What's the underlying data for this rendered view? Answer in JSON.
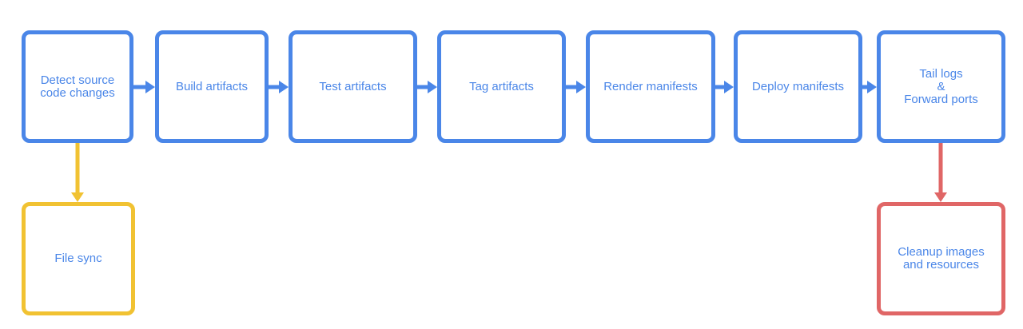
{
  "diagram": {
    "nodes": [
      {
        "id": "detect",
        "label": "Detect source\ncode changes",
        "color": "#4a86e8"
      },
      {
        "id": "build",
        "label": "Build artifacts",
        "color": "#4a86e8"
      },
      {
        "id": "test",
        "label": "Test artifacts",
        "color": "#4a86e8"
      },
      {
        "id": "tag",
        "label": "Tag artifacts",
        "color": "#4a86e8"
      },
      {
        "id": "render",
        "label": "Render manifests",
        "color": "#4a86e8"
      },
      {
        "id": "deploy",
        "label": "Deploy manifests",
        "color": "#4a86e8"
      },
      {
        "id": "tail",
        "label": "Tail logs\n&\nForward ports",
        "color": "#4a86e8"
      },
      {
        "id": "filesync",
        "label": "File sync",
        "color": "#f1c232"
      },
      {
        "id": "cleanup",
        "label": "Cleanup images\nand resources",
        "color": "#e06666"
      }
    ],
    "edges": [
      {
        "from": "detect",
        "to": "build",
        "color": "#4a86e8"
      },
      {
        "from": "build",
        "to": "test",
        "color": "#4a86e8"
      },
      {
        "from": "test",
        "to": "tag",
        "color": "#4a86e8"
      },
      {
        "from": "tag",
        "to": "render",
        "color": "#4a86e8"
      },
      {
        "from": "render",
        "to": "deploy",
        "color": "#4a86e8"
      },
      {
        "from": "deploy",
        "to": "tail",
        "color": "#4a86e8"
      },
      {
        "from": "detect",
        "to": "filesync",
        "color": "#f1c232"
      },
      {
        "from": "tail",
        "to": "cleanup",
        "color": "#e06666"
      }
    ]
  }
}
